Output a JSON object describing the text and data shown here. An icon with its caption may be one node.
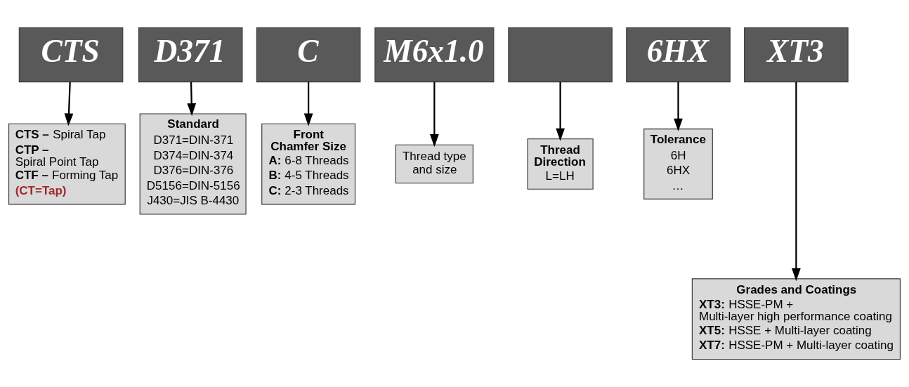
{
  "diagram": {
    "nodes": [
      {
        "text": [
          "CTS"
        ]
      },
      {
        "text": [
          "D371"
        ]
      },
      {
        "text": [
          "C"
        ]
      },
      {
        "text": [
          "M6x1.0"
        ]
      },
      {
        "text": [],
        "shape": "box"
      },
      {
        "text": [
          "6HX"
        ]
      },
      {
        "text": [
          "XT3"
        ]
      },
      {
        "text": [
          "**CTS –** Spiral Tap",
          "**CTP –** Spiral Point Tap",
          "**CTF –** Forming Tap",
          "(CT=Tap)"
        ]
      },
      {
        "text": [
          "Standard",
          "D371=DIN-371",
          "D374=DIN-374",
          "D376=DIN-376",
          "D5156=DIN-5156",
          "J430=JIS B-4430"
        ]
      },
      {
        "text": [
          "Front Chamfer Size",
          "**A:** 6-8 Threads",
          "**B:** 4-5 Threads",
          "**C:** 2-3 Threads"
        ]
      },
      {
        "text": [
          "Thread type and size"
        ]
      },
      {
        "text": [
          "Thread Direction",
          "L=LH"
        ]
      },
      {
        "text": [
          "Tolerance",
          "6H",
          "6HX",
          "…"
        ]
      },
      {
        "text": [
          "Grades and Coatings",
          "**XT3:** HSSE-PM + Multi-layer high performance coating",
          "**XT5:** HSSE + Multi-layer coating",
          "**XT7:** HSSE-PM + Multi-layer coating"
        ]
      }
    ],
    "edges": [
      {
        "from": 0,
        "to": 7,
        "arrow": "to"
      },
      {
        "from": 1,
        "to": 8,
        "arrow": "to"
      },
      {
        "from": 2,
        "to": 9,
        "arrow": "to"
      },
      {
        "from": 3,
        "to": 10,
        "arrow": "to"
      },
      {
        "from": 4,
        "to": 11,
        "arrow": "to"
      },
      {
        "from": 5,
        "to": 12,
        "arrow": "to"
      },
      {
        "from": 6,
        "to": 13,
        "arrow": "to"
      }
    ]
  }
}
